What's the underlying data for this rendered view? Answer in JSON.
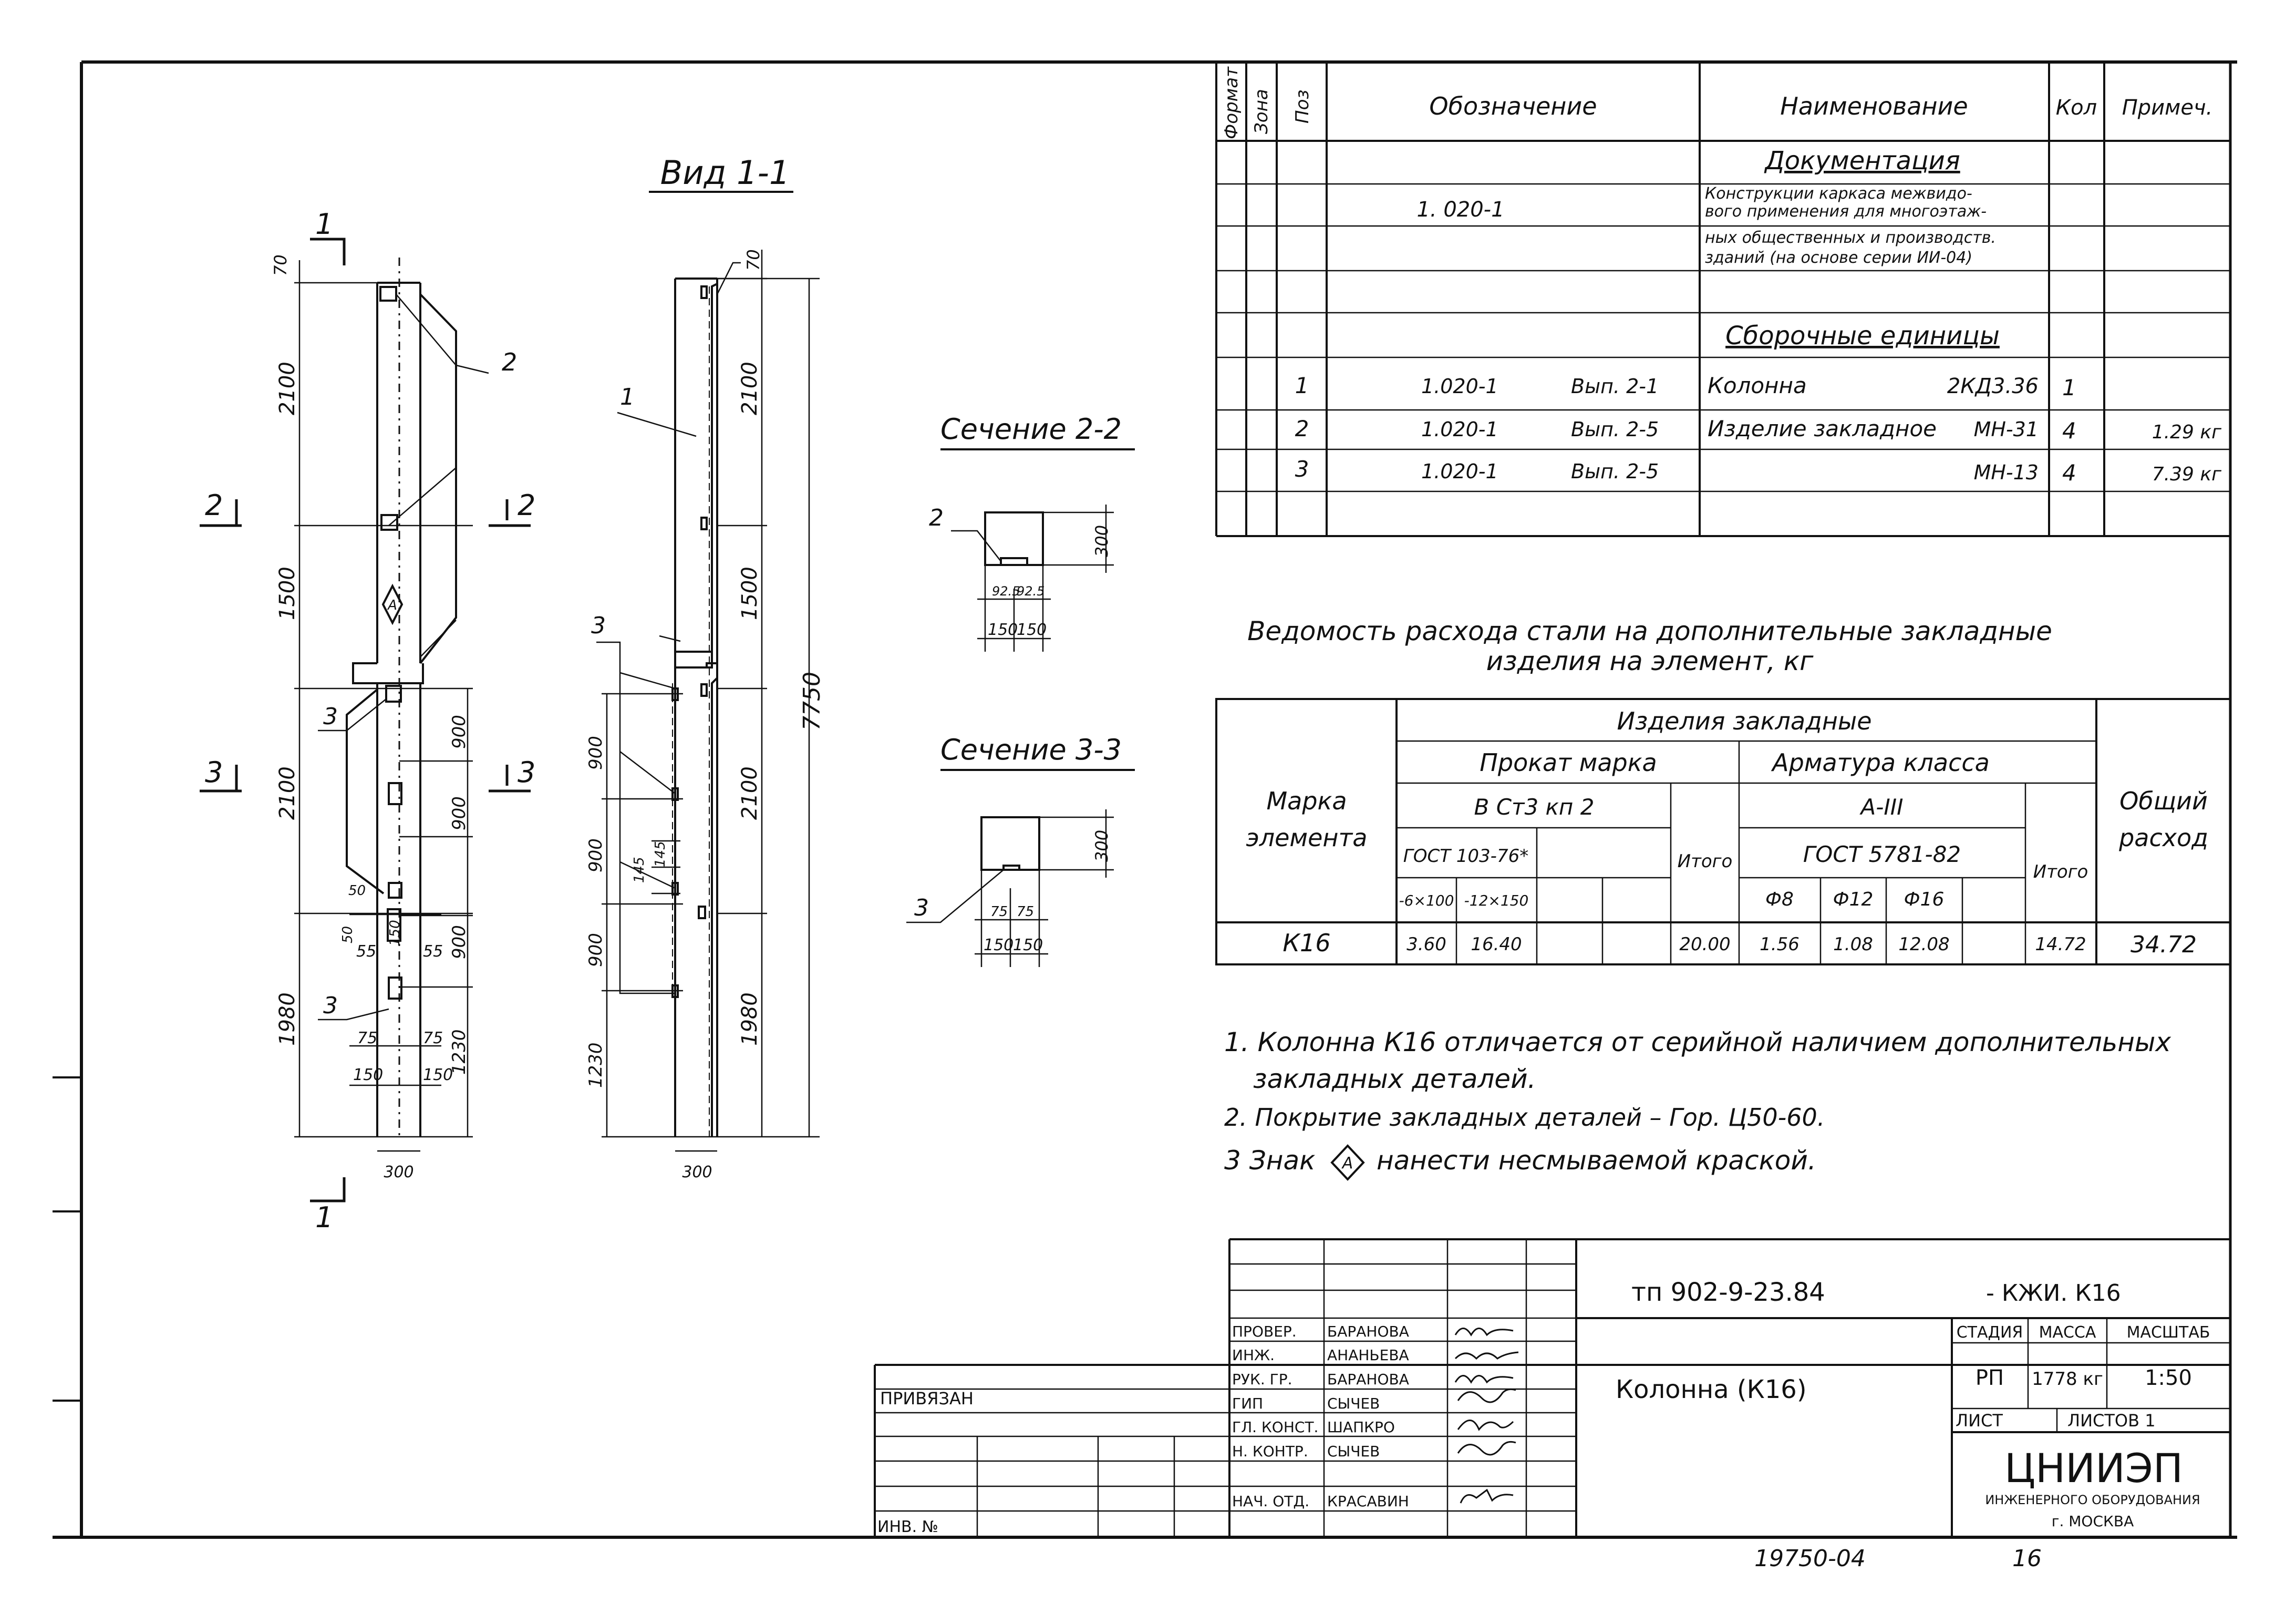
{
  "spec_table": {
    "headers": {
      "format": "Формат",
      "zone": "Зона",
      "pos": "Поз",
      "designation": "Обозначение",
      "name": "Наименование",
      "qty": "Кол",
      "note": "Примеч."
    },
    "section_docs": "Документация",
    "doc_designation": "1. 020-1",
    "doc_name_lines": [
      "Конструкции каркаса межвидо-",
      "вого применения для многоэтаж-",
      "ных общественных и производств.",
      "зданий (на основе серии ИИ-04)"
    ],
    "section_assemblies": "Сборочные единицы",
    "rows": [
      {
        "pos": "1",
        "designation": "1.020-1",
        "issue": "Вып. 2-1",
        "name": "Колонна",
        "mark": "2КД3.36",
        "qty": "1",
        "note": ""
      },
      {
        "pos": "2",
        "designation": "1.020-1",
        "issue": "Вып. 2-5",
        "name": "Изделие закладное",
        "mark": "МН-31",
        "qty": "4",
        "note": "1.29 кг"
      },
      {
        "pos": "3",
        "designation": "1.020-1",
        "issue": "Вып. 2-5",
        "name": "",
        "mark": "МН-13",
        "qty": "4",
        "note": "7.39 кг"
      }
    ]
  },
  "steel_table": {
    "title_line1": "Ведомость расхода стали на дополнительные закладные",
    "title_line2": "изделия на элемент, кг",
    "h_embedded": "Изделия закладные",
    "h_rolled": "Прокат марка",
    "h_rebar": "Арматура класса",
    "h_mark_line1": "Марка",
    "h_mark_line2": "элемента",
    "h_total_line1": "Общий",
    "h_total_line2": "расход",
    "h_steel": "В Ст3 кп 2",
    "h_class": "А-III",
    "h_gost_rolled": "ГОСТ 103-76*",
    "h_gost_rebar": "ГОСТ 5781-82",
    "h_itogo1": "Итого",
    "h_itogo2": "Итого",
    "sizes": [
      "-6×100",
      "-12×150"
    ],
    "diams": [
      "Ф8",
      "Ф12",
      "Ф16"
    ],
    "row": {
      "mark": "К16",
      "v1": "3.60",
      "v2": "16.40",
      "itogo1": "20.00",
      "d8": "1.56",
      "d12": "1.08",
      "d16": "12.08",
      "itogo2": "14.72",
      "total": "34.72"
    }
  },
  "notes": [
    "1. Колонна К16 отличается от серийной наличием дополнительных",
    "закладных деталей.",
    "2. Покрытие закладных деталей – Гор. Ц50-60.",
    "3 Знак",
    "нанести несмываемой краской."
  ],
  "drawing": {
    "view_title": "Вид 1-1",
    "section22": "Сечение 2-2",
    "section33": "Сечение 3-3",
    "cut_labels": [
      "1",
      "1",
      "2",
      "2",
      "3",
      "3"
    ],
    "leader_labels": [
      "2",
      "3",
      "3",
      "1",
      "3",
      "2",
      "3"
    ],
    "marker_letter": "А",
    "dims_front": [
      "70",
      "2100",
      "1500",
      "2100",
      "1980",
      "900",
      "900",
      "900",
      "1230",
      "300",
      "50",
      "50",
      "55",
      "55",
      "150",
      "75",
      "75",
      "150",
      "150"
    ],
    "dims_side": [
      "70",
      "2100",
      "1500",
      "2100",
      "1980",
      "7750",
      "900",
      "900",
      "900",
      "1230",
      "145",
      "145",
      "300"
    ],
    "dims_sec22": [
      "300",
      "150",
      "150",
      "92.5",
      "92.5"
    ],
    "dims_sec33": [
      "300",
      "150",
      "150",
      "75",
      "75"
    ]
  },
  "title_block": {
    "doc_number": "тп 902-9-23.84",
    "doc_suffix": "- КЖИ. К16",
    "object_name": "Колонна (К16)",
    "stage_h": "СТАДИЯ",
    "mass_h": "МАССА",
    "scale_h": "МАСШТАБ",
    "stage": "РП",
    "mass": "1778 кг",
    "scale": "1:50",
    "sheet": "ЛИСТ",
    "sheets": "ЛИСТОВ 1",
    "org_main": "ЦНИИЭП",
    "org_sub": "ИНЖЕНЕРНОГО ОБОРУДОВАНИЯ",
    "org_city": "г. МОСКВА",
    "bound": "ПРИВЯЗАН",
    "inv": "ИНВ. №",
    "roles": [
      "ПРОВЕР.",
      "ИНЖ.",
      "РУК. ГР.",
      "ГИП",
      "ГЛ. КОНСТ.",
      "Н. КОНТР.",
      "НАЧ. ОТД."
    ],
    "names": [
      "БАРАНОВА",
      "АНАНЬЕВА",
      "БАРАНОВА",
      "СЫЧЕВ",
      "ШАПКРО",
      "СЫЧЕВ",
      "КРАСАВИН"
    ],
    "archive_no": "19750-04",
    "page_no": "16"
  }
}
